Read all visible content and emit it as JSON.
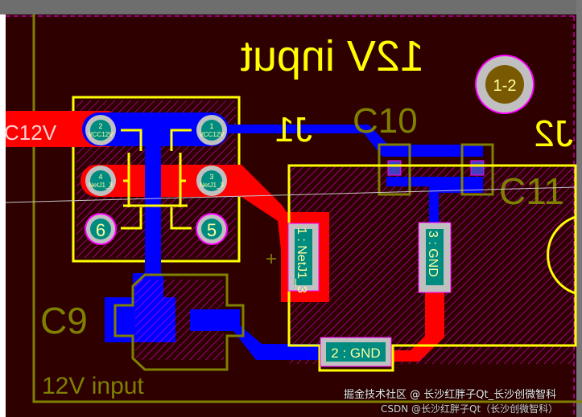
{
  "board": {
    "colors": {
      "background": "#2e0000",
      "top_layer": "#ff0000",
      "bottom_layer": "#0000ff",
      "top_overlay": "#ffff00",
      "bottom_overlay": "#808000",
      "pad": "#c0c0c0",
      "pad_core": "#008b80",
      "keepout": "#ff00ff"
    },
    "net_label_left": "C12V",
    "silk_text_top": "12V input",
    "silk_text_bottom": "12V input",
    "hole_label": "1-2",
    "designators": {
      "j1": "J1",
      "j2": "J2",
      "c9": "C9",
      "c10": "C10",
      "c11": "C11"
    },
    "j1_pads": [
      {
        "num": "2",
        "net": "VCC12V"
      },
      {
        "num": "1",
        "net": "VCC12V"
      },
      {
        "num": "4",
        "net": "NetJ1_3"
      },
      {
        "num": "3",
        "net": "NetJ1_3"
      },
      {
        "num": "6",
        "net": ""
      },
      {
        "num": "5",
        "net": ""
      }
    ],
    "c11_pads": [
      {
        "label": "1 : NetJ1_3"
      },
      {
        "label": "2 : GND"
      },
      {
        "label": "3 : GND"
      }
    ],
    "polarity_mark": "+"
  },
  "watermark": {
    "line1": "掘金技术社区 @ 长沙红胖子Qt_长沙创微智科",
    "line2": "CSDN @长沙红胖子Qt（长沙创微智科）"
  }
}
